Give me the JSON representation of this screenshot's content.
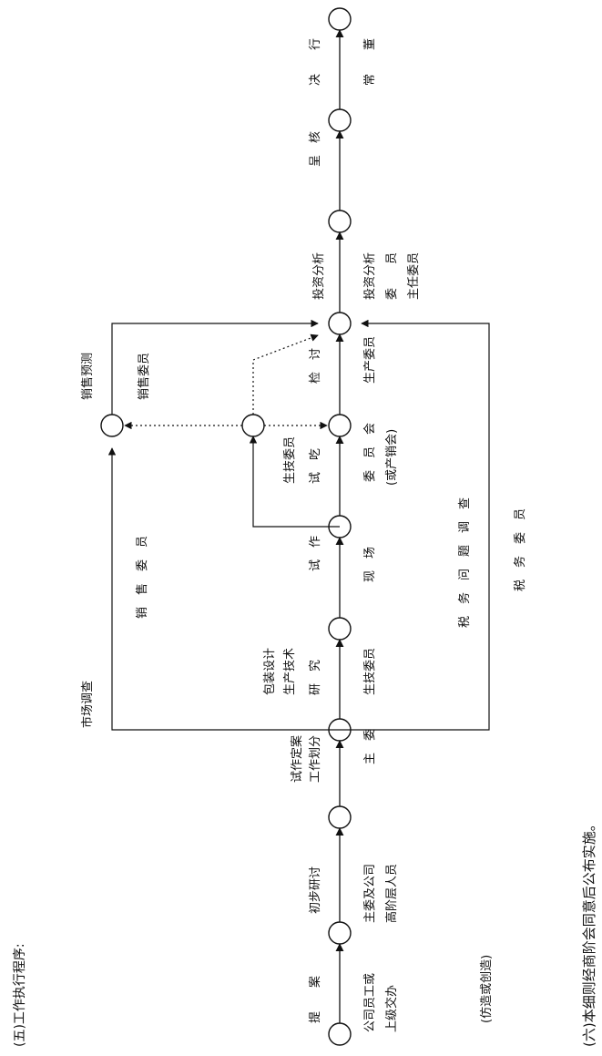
{
  "section_five": "(五)工作执行程序:",
  "section_six": "(六)本细则经商阶会同意后公布实施。",
  "steps": {
    "s1": "提　　案",
    "s2": "初步研讨",
    "s3a": "试作定案",
    "s3b": "工作划分",
    "s4a": "包装设计",
    "s4b": "生产技术",
    "s4c": "研　究",
    "s5": "试　作",
    "s6a": "生技委员",
    "s6b": "试　吃",
    "s7": "检　讨",
    "s8": "投资分析",
    "s9": "呈　核",
    "s10": "决　　行"
  },
  "roles": {
    "r1a": "公司员工或",
    "r1b": "上级交办",
    "r2a": "主委及公司",
    "r2b": "高阶层人员",
    "r3": "主　委",
    "r4": "生技委员",
    "r5": "现　场",
    "r6a": "委　员　会",
    "r6b": "(或产销会)",
    "r7": "生产委员",
    "r8a": "投资分析",
    "r8b": "委　　员",
    "r8c": "主任委员",
    "r9": "常　　董"
  },
  "notes": {
    "imitate": "(仿造或创造)",
    "market_survey": "市场调查",
    "sales_committee": "销　售　委　员",
    "sales_forecast": "销售预测",
    "sales_member": "销售委员",
    "tax_survey": "税　务　问　题　调　查",
    "tax_member": "税　务　委　员"
  }
}
